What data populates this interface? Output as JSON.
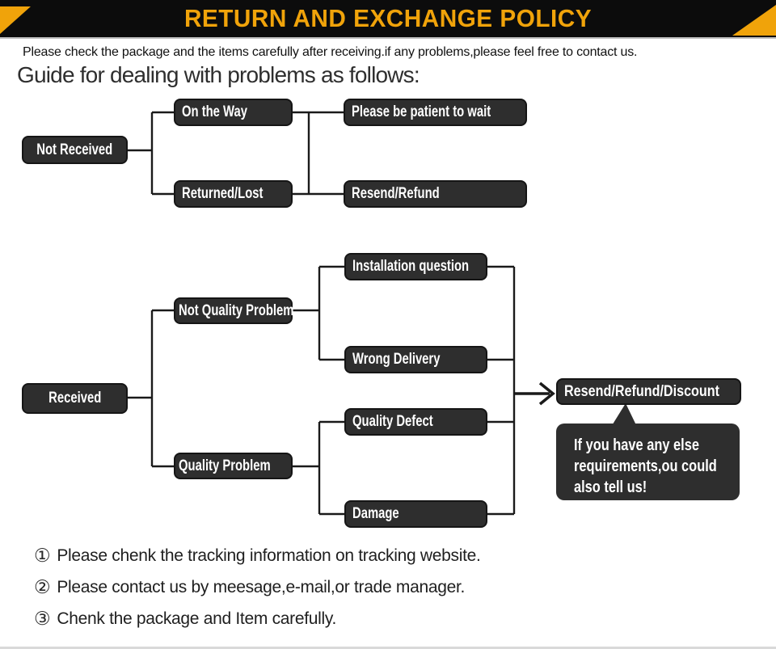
{
  "colors": {
    "accent_orange": "#F0A30A",
    "box_dark": "#2E2E2E",
    "line_dark": "#1A1A1A"
  },
  "header": {
    "title": "RETURN AND EXCHANGE POLICY"
  },
  "intro": {
    "notice": "Please check the package and the items carefully after receiving.if any problems,please feel free to contact us.",
    "heading": "Guide for dealing with problems as follows:"
  },
  "flowchart": {
    "not_received": "Not Received",
    "on_the_way": "On the Way",
    "returned_lost": "Returned/Lost",
    "be_patient": "Please be patient to wait",
    "resend_refund": "Resend/Refund",
    "received": "Received",
    "not_quality_problem": "Not Quality Problem",
    "quality_problem": "Quality Problem",
    "installation_question": "Installation question",
    "wrong_delivery": "Wrong Delivery",
    "quality_defect": "Quality Defect",
    "damage": "Damage",
    "outcome": "Resend/Refund/Discount",
    "note": {
      "line1": "If you have any else",
      "line2": "requirements,ou could",
      "line3": "also tell us!"
    }
  },
  "footnotes": [
    {
      "num": "①",
      "text": "Please chenk the tracking information on tracking website."
    },
    {
      "num": "②",
      "text": "Please contact us by meesage,e-mail,or trade manager."
    },
    {
      "num": "③",
      "text": "Chenk the package and Item carefully."
    }
  ]
}
